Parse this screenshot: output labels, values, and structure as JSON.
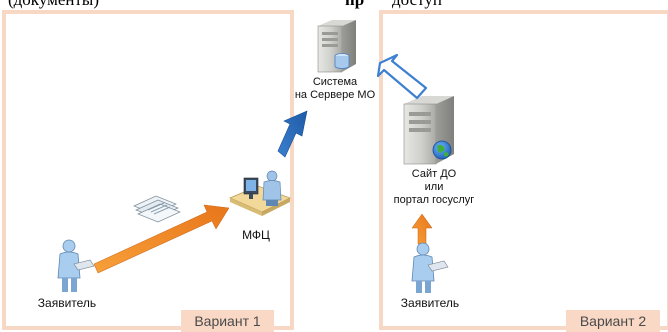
{
  "heading_fragment": {
    "left": "(документы)",
    "bold": "пр",
    "right": "доступ"
  },
  "variants": [
    {
      "label": "Вариант 1"
    },
    {
      "label": "Вариант 2"
    }
  ],
  "nodes": {
    "server_mo": {
      "lines": [
        "Система",
        "на Сервере МО"
      ]
    },
    "mfc": {
      "label": "МФЦ"
    },
    "applicant_1": {
      "label": "Заявитель"
    },
    "applicant_2": {
      "label": "Заявитель"
    },
    "site": {
      "lines": [
        "Сайт ДО",
        "или",
        "портал госуслуг"
      ]
    }
  },
  "colors": {
    "panel_border": "#f7d8c4",
    "orange_arrow": "#f08a1e",
    "blue_arrow": "#2f6fc0",
    "outline_arrow": "#3d7fd0"
  },
  "icons": [
    "server-icon",
    "web-server-icon",
    "person-icon",
    "documents-icon",
    "operator-desk-icon"
  ]
}
